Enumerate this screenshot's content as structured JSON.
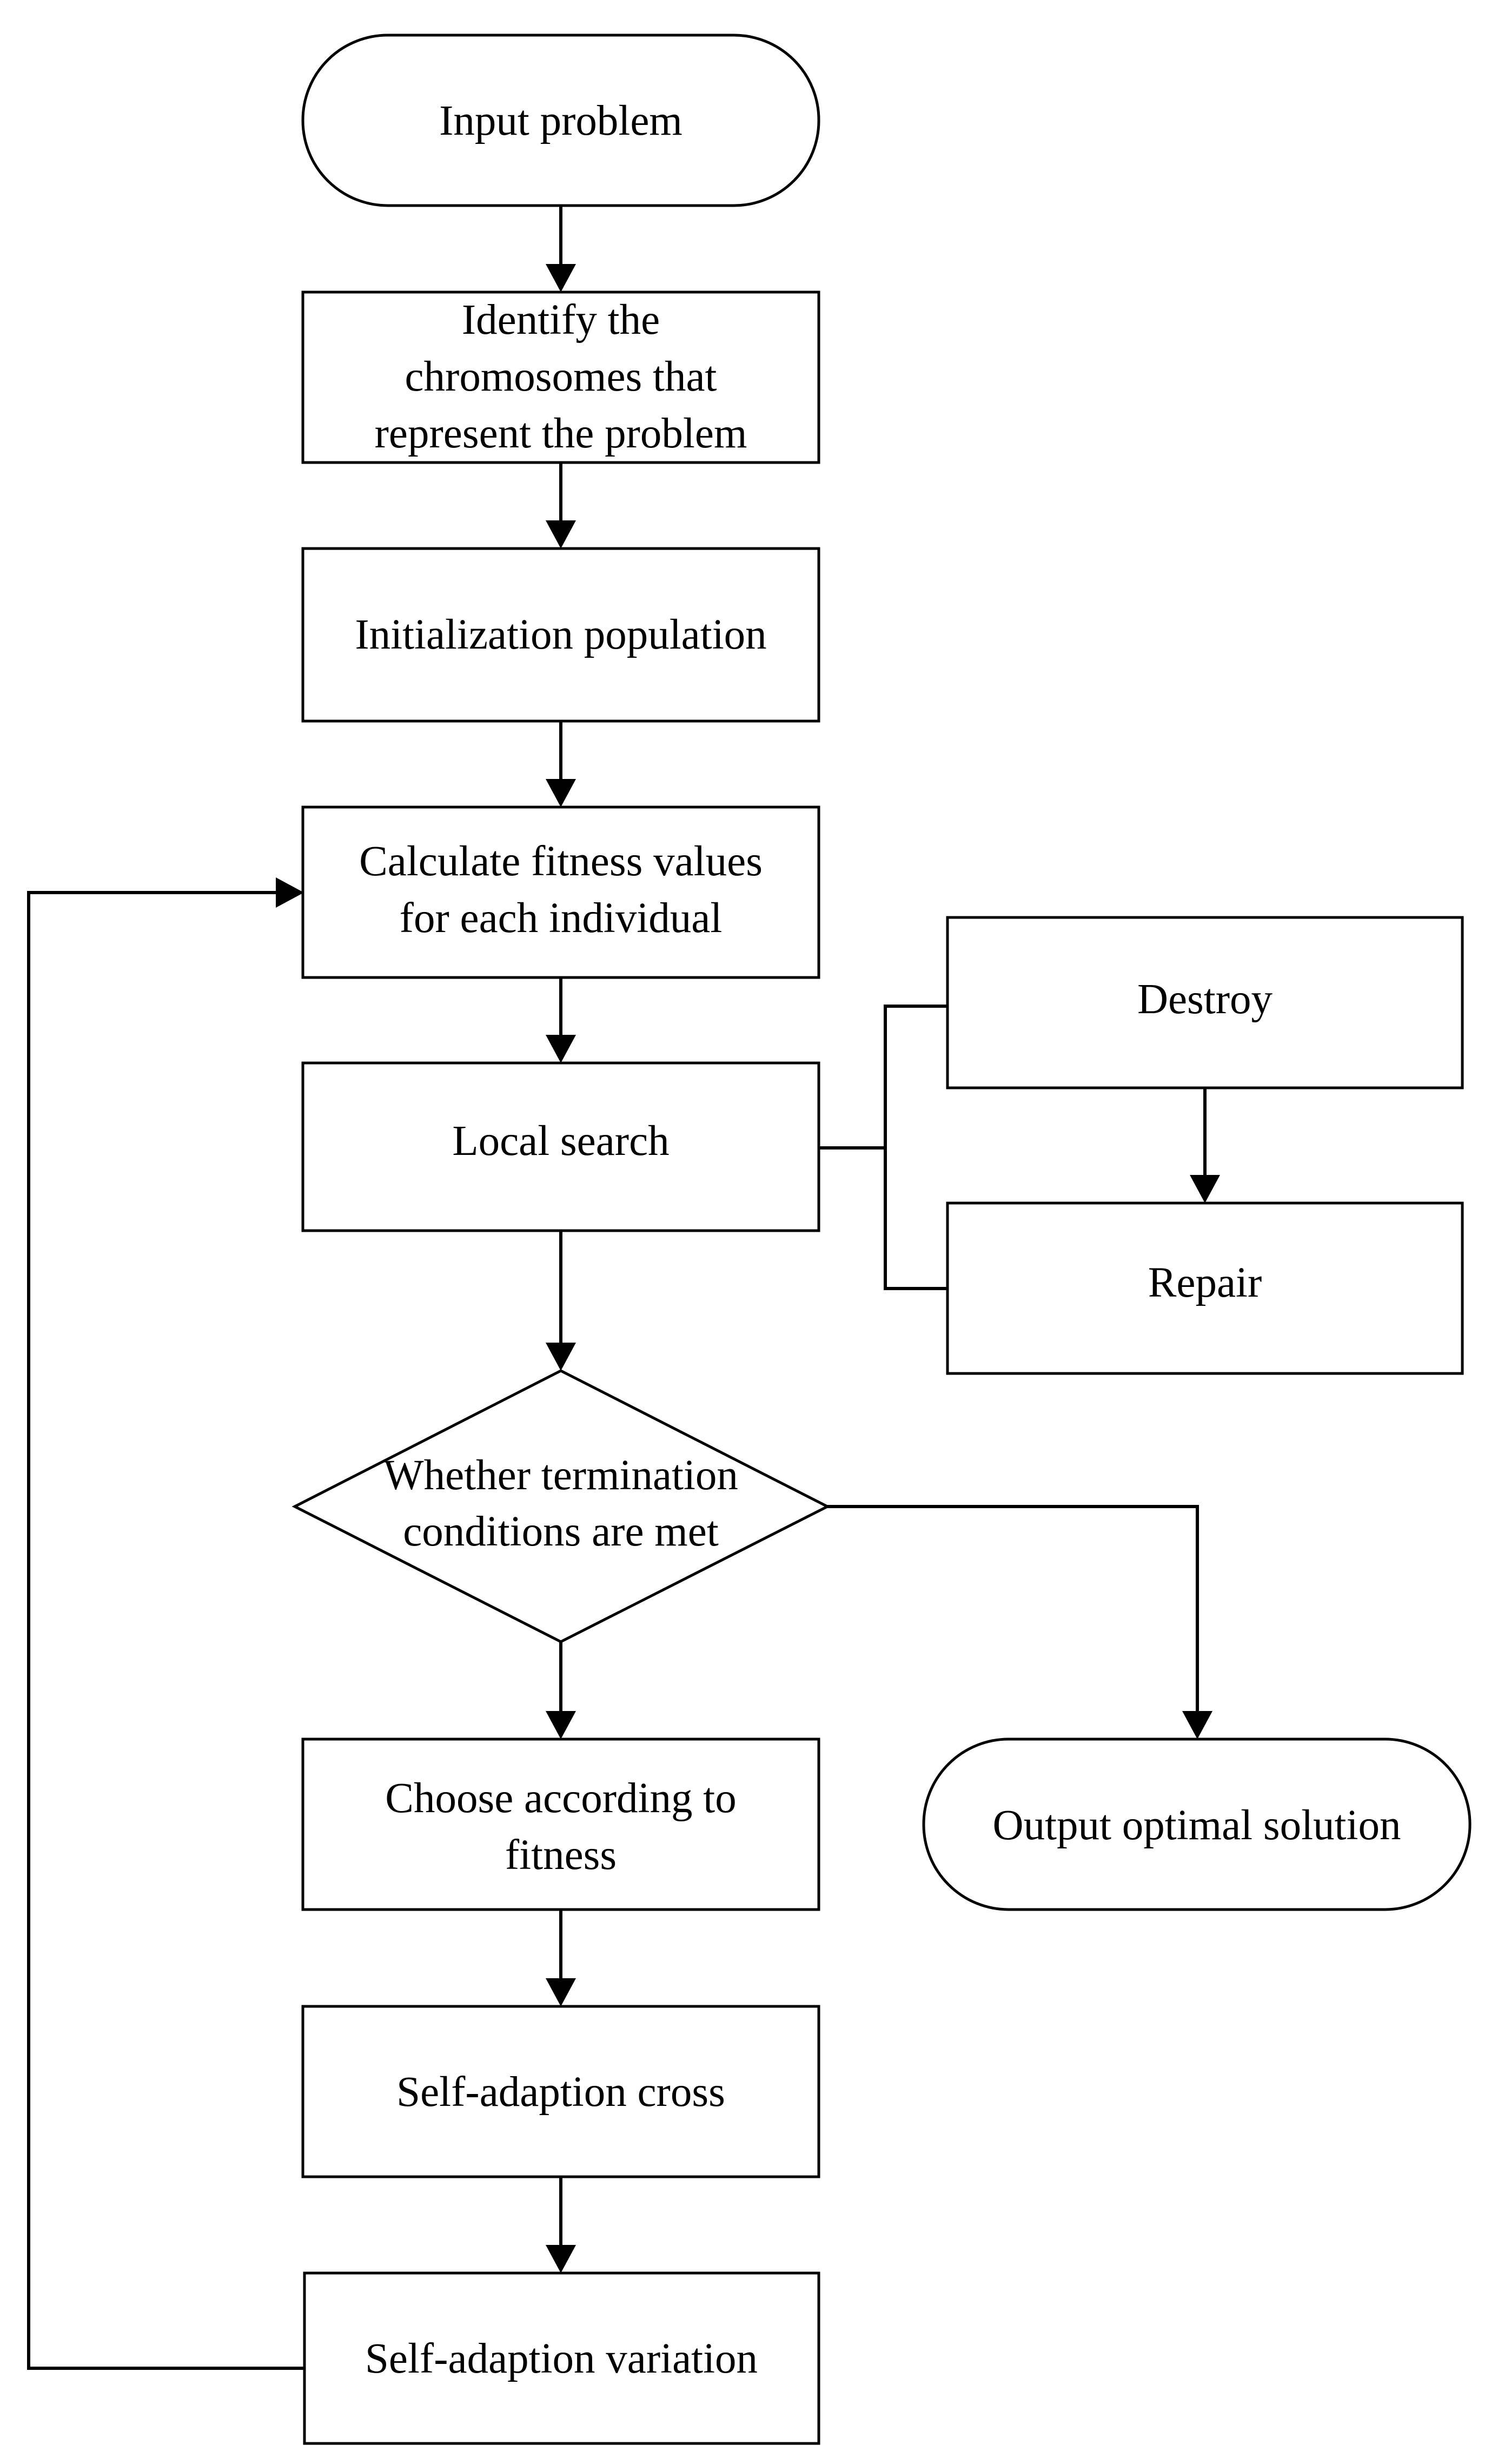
{
  "flowchart": {
    "input_problem": {
      "label": "Input problem"
    },
    "identify_chromosomes": {
      "lines": [
        "Identify the",
        "chromosomes that",
        "represent the problem"
      ]
    },
    "initialization": {
      "label": "Initialization population"
    },
    "calculate_fitness": {
      "lines": [
        "Calculate fitness values",
        "for each individual"
      ]
    },
    "local_search": {
      "label": "Local search"
    },
    "destroy": {
      "label": "Destroy"
    },
    "repair": {
      "label": "Repair"
    },
    "termination_check": {
      "lines": [
        "Whether termination",
        "conditions are met"
      ]
    },
    "choose_by_fitness": {
      "lines": [
        "Choose according to",
        "fitness"
      ]
    },
    "output_solution": {
      "label": "Output optimal solution"
    },
    "self_adaption_cross": {
      "label": "Self-adaption cross"
    },
    "self_adaption_variation": {
      "label": "Self-adaption variation"
    }
  },
  "colors": {
    "stroke": "#000000",
    "fill": "#ffffff",
    "text": "#000000"
  }
}
